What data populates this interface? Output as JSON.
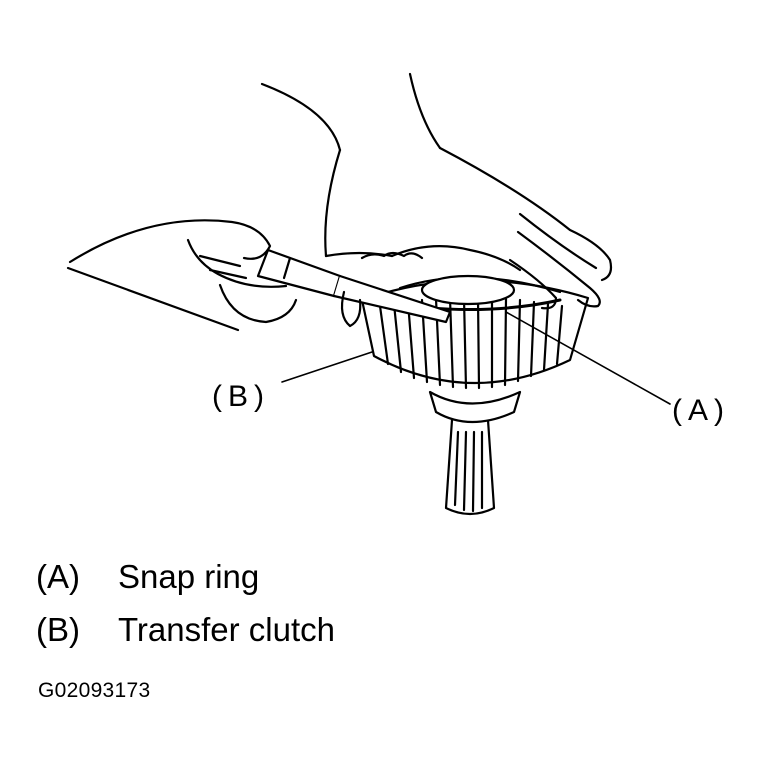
{
  "callouts": {
    "a": "(A)",
    "b": "(B)"
  },
  "legend": [
    {
      "key": "(A)",
      "label": "Snap ring"
    },
    {
      "key": "(B)",
      "label": "Transfer clutch"
    }
  ],
  "figure_id": "G02093173",
  "colors": {
    "ink": "#000000",
    "paper": "#ffffff"
  }
}
